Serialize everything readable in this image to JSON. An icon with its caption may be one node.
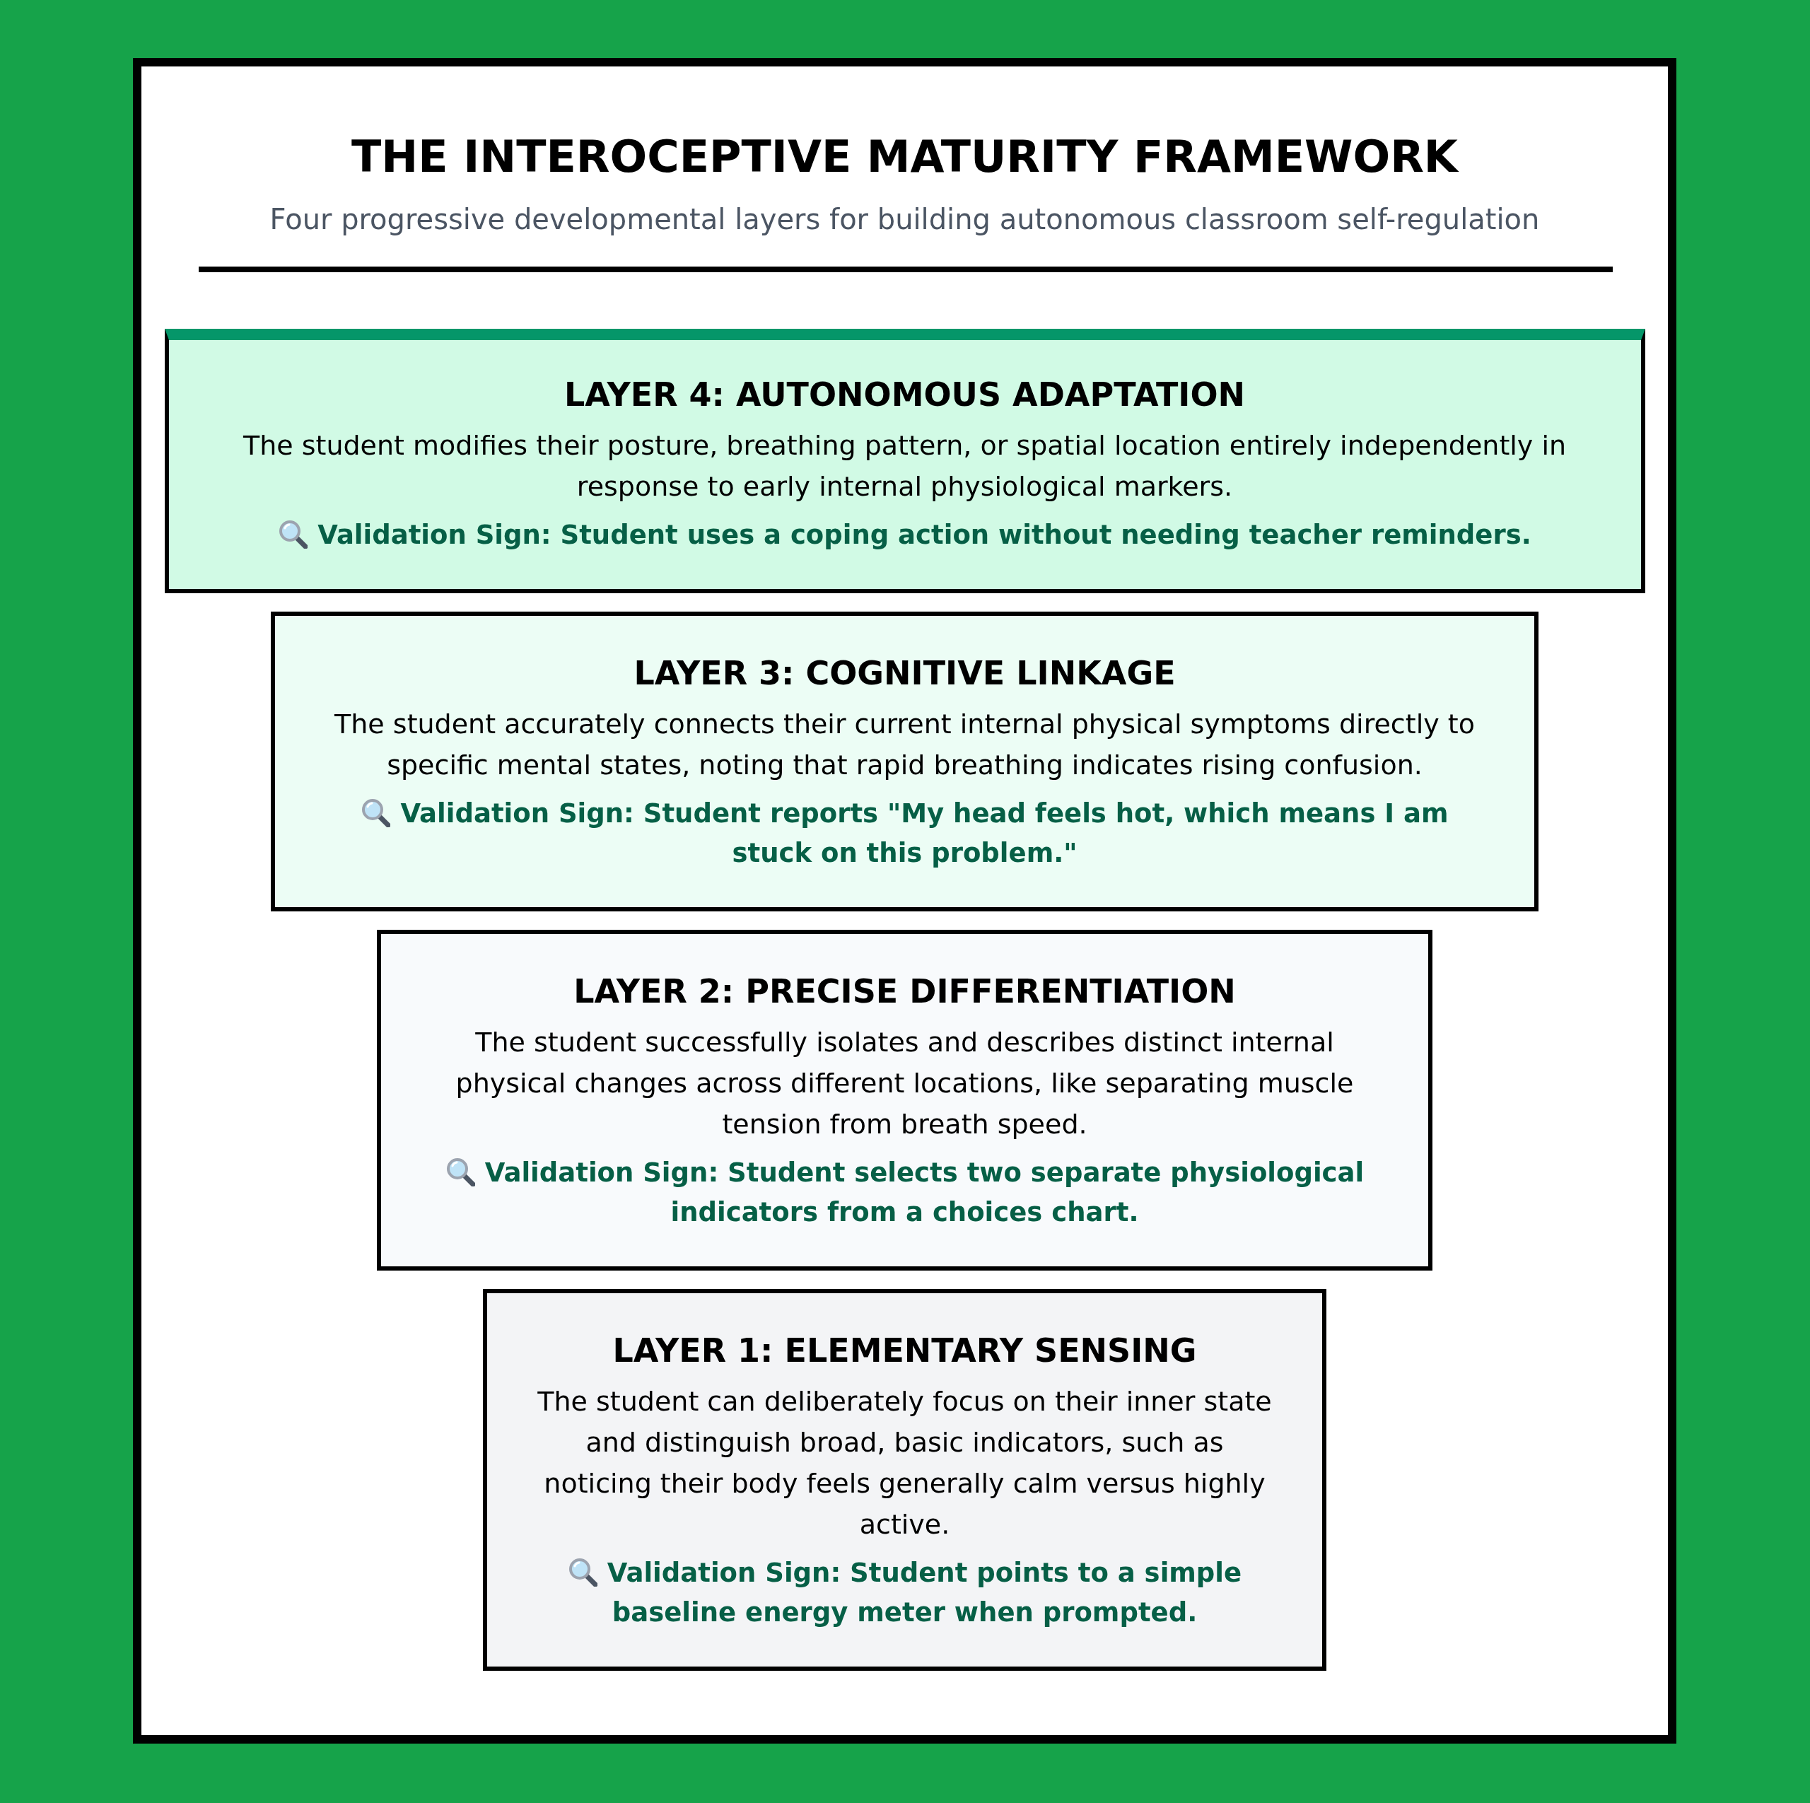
{
  "diagram": {
    "title": "THE INTEROCEPTIVE MATURITY FRAMEWORK",
    "nodes": [
      {
        "text": [
          "LAYER 4: AUTONOMOUS ADAPTATION",
          "The student modifies their posture, breathing pattern, or spatial location entirely independently in response to early internal physiological markers.",
          "Validation Sign: Student uses a coping action without needing teacher reminders."
        ]
      },
      {
        "text": [
          "LAYER 3: COGNITIVE LINKAGE",
          "The student accurately connects their current internal physical symptoms directly to specific mental states, noting that rapid breathing indicates rising confusion.",
          "Validation Sign: Student reports \"My head feels hot, which means I am stuck on this problem.\""
        ]
      },
      {
        "text": [
          "LAYER 2: PRECISE DIFFERENTIATION",
          "The student successfully isolates and describes distinct internal physical changes across different locations, like separating muscle tension from breath speed.",
          "Validation Sign: Student selects two separate physiological indicators from a choices chart."
        ]
      },
      {
        "text": [
          "LAYER 1: ELEMENTARY SENSING",
          "The student can deliberately focus on their inner state and distinguish broad, basic indicators, such as noticing their body feels generally calm versus highly active.",
          "Validation Sign: Student points to a simple baseline energy meter when prompted."
        ]
      }
    ],
    "labels": [
      "Four progressive developmental layers for building autonomous classroom self-regulation"
    ]
  }
}
